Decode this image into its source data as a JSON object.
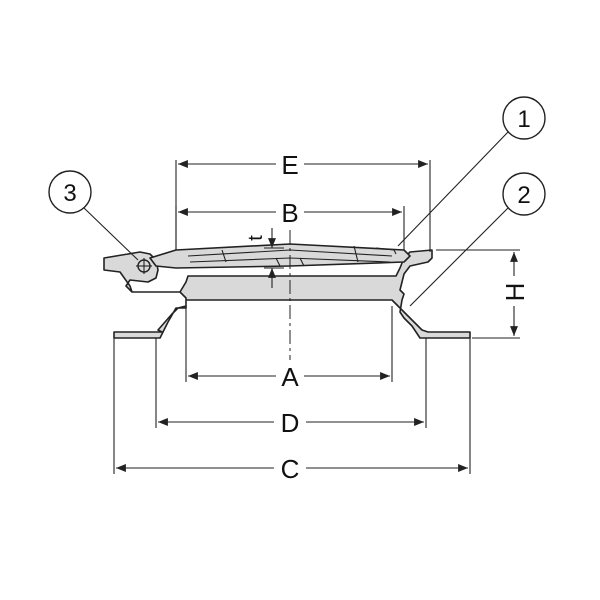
{
  "dimensions": {
    "E": "E",
    "B": "B",
    "t": "t",
    "H": "H",
    "A": "A",
    "D": "D",
    "C": "C"
  },
  "balloons": {
    "one": "1",
    "two": "2",
    "three": "3"
  },
  "colors": {
    "part_fill": "#d9d9d9",
    "stroke": "#222222",
    "background": "#ffffff"
  }
}
